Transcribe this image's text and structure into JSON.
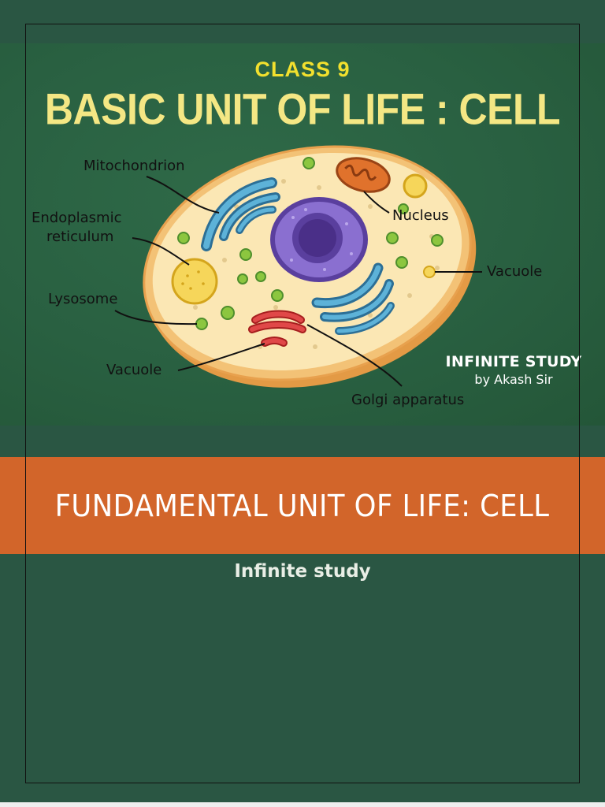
{
  "cover": {
    "class_label": "CLASS 9",
    "title": "BASIC UNIT OF LIFE : CELL",
    "brand_name": "INFINITE STUDY",
    "brand_by": "by Akash Sir"
  },
  "diagram": {
    "labels": {
      "mitochondrion": "Mitochondrion",
      "er_line1": "Endoplasmic",
      "er_line2": "reticulum",
      "lysosome": "Lysosome",
      "vacuole_left": "Vacuole",
      "nucleus": "Nucleus",
      "vacuole_right": "Vacuole",
      "golgi": "Golgi apparatus"
    }
  },
  "banner": {
    "text": "FUNDAMENTAL  UNIT  OF  LIFE: CELL"
  },
  "subtitle": "Infinite study",
  "colors": {
    "background": "#2a5643",
    "board": "#296041",
    "banner": "#d2652a",
    "class_label": "#f2e02e",
    "title": "#f4e784",
    "cytoplasm": "#fbe7b4",
    "membrane": "#e8a14e",
    "nucleus": "#7a5cc0",
    "er": "#3f8fb5",
    "mitochondrion": "#e0722c",
    "golgi": "#df3b3b"
  }
}
